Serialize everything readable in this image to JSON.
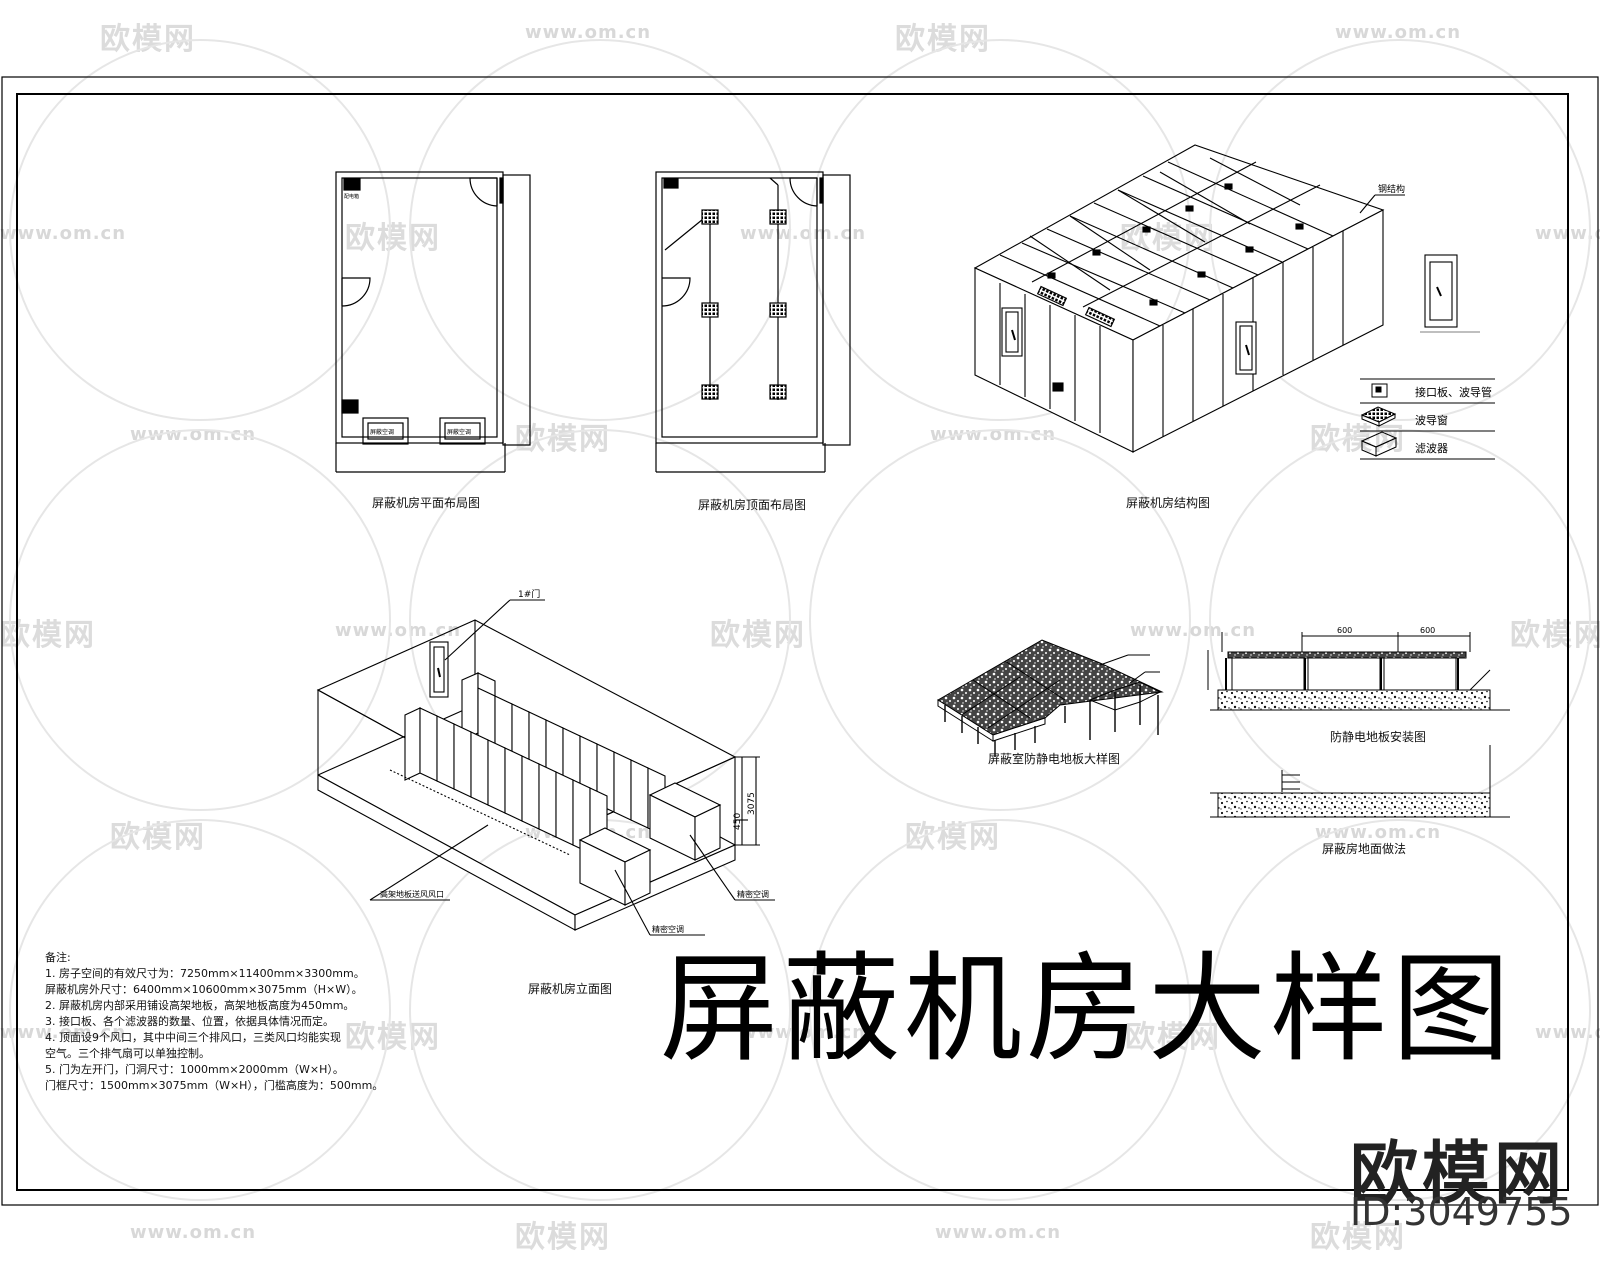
{
  "watermark": {
    "logo_text": "欧模网",
    "url": "www.om.cn"
  },
  "views": {
    "plan_1": {
      "caption": "屏蔽机房平面布局图",
      "cabinet_label": "屏蔽空调",
      "panel_label": "配电箱"
    },
    "plan_2": {
      "caption": "屏蔽机房顶面布局图"
    },
    "iso_shell": {
      "caption": "屏蔽机房结构图",
      "top_label": "钢结构"
    },
    "iso_room": {
      "caption": "屏蔽机房立面图",
      "door_label": "1#门",
      "dim_450": "450",
      "dim_3075": "3075",
      "label_cold_aisle": "高架地板送风风口",
      "label_ac_1": "精密空调",
      "label_ac_2": "精密空调"
    },
    "floor_iso": {
      "caption": "屏蔽室防静电地板大样图"
    },
    "floor_section": {
      "caption": "防静电地板安装图",
      "dim_left": "600",
      "dim_right": "600"
    },
    "floor_layer": {
      "caption": "屏蔽房地面做法"
    }
  },
  "legend": [
    {
      "icon": "interface-plate-icon",
      "label": "接口板、波导管"
    },
    {
      "icon": "honeycomb-vent-icon",
      "label": "波导窗"
    },
    {
      "icon": "filter-icon",
      "label": "滤波器"
    }
  ],
  "notes": {
    "heading": "备注:",
    "lines": [
      "1. 房子空间的有效尺寸为：7250mm×11400mm×3300mm。",
      "   屏蔽机房外尺寸：6400mm×10600mm×3075mm（H×W）。",
      "2. 屏蔽机房内部采用铺设高架地板，高架地板高度为450mm。",
      "3. 接口板、各个滤波器的数量、位置，依据具体情况而定。",
      "4. 顶面设9个风口，其中中间三个排风口，三类风口均能实现",
      "   空气。三个排气扇可以单独控制。",
      "5. 门为左开门，门洞尺寸：1000mm×2000mm（W×H）。",
      "   门框尺寸：1500mm×3075mm（W×H），门槛高度为：500mm。"
    ]
  },
  "title": "屏蔽机房大样图",
  "brand": "欧模网",
  "asset_id": "ID:3049755"
}
